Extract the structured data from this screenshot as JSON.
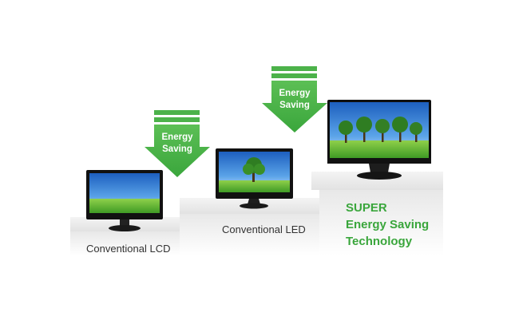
{
  "monitors": [
    {
      "name": "monitor-lcd",
      "label": "Conventional LCD"
    },
    {
      "name": "monitor-led",
      "label": "Conventional LED"
    },
    {
      "name": "monitor-super",
      "label": ""
    }
  ],
  "arrows": [
    {
      "line1": "Energy",
      "line2": "Saving"
    },
    {
      "line1": "Energy",
      "line2": "Saving"
    }
  ],
  "super_caption": {
    "line1": "SUPER",
    "line2": "Energy Saving",
    "line3": "Technology"
  },
  "colors": {
    "accent_green": "#3aa63c",
    "arrow_green": "#4cb24a",
    "sky": "#2f7fd6",
    "grass": "#5fb82e"
  }
}
